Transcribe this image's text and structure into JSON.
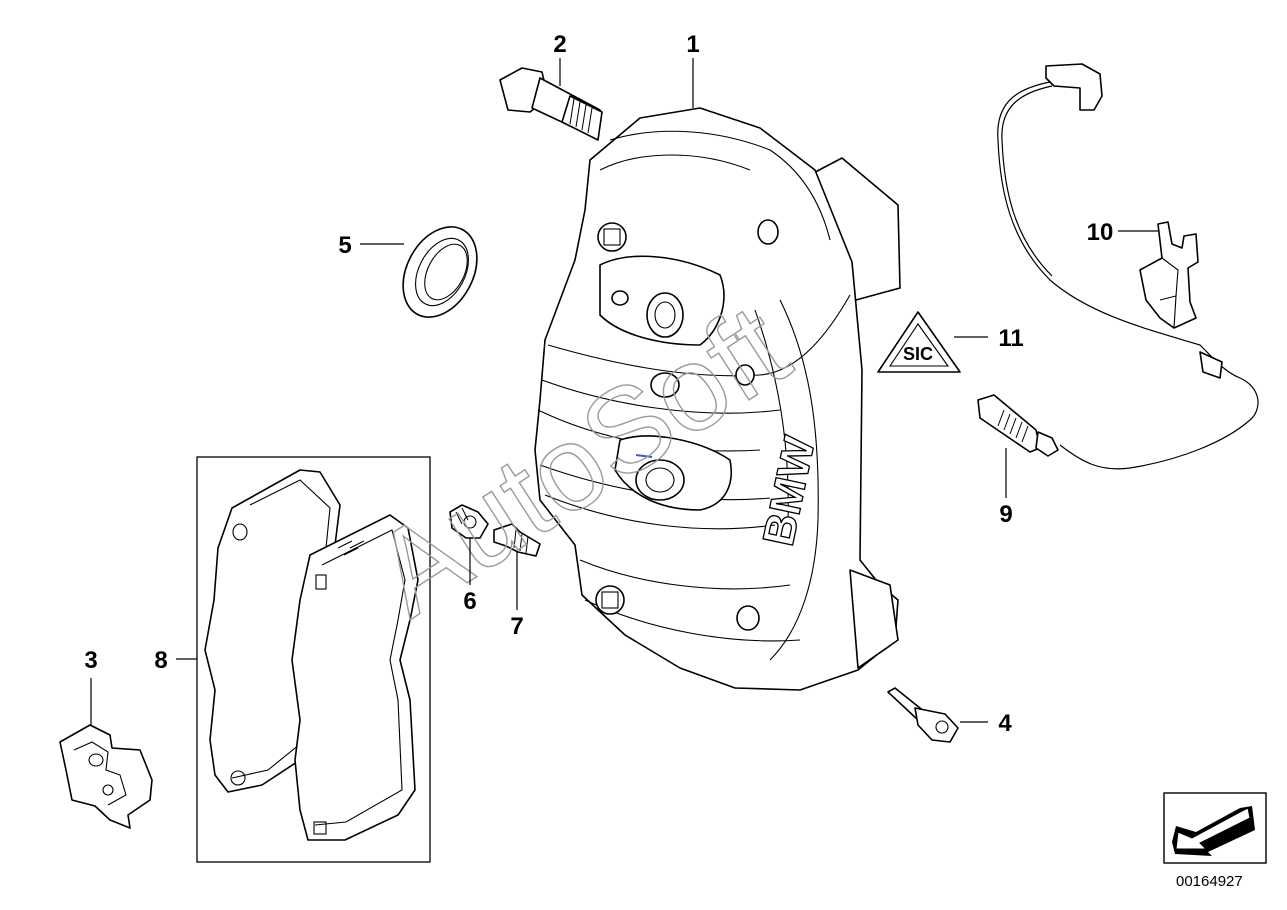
{
  "callouts": [
    {
      "id": "1",
      "label": "1"
    },
    {
      "id": "2",
      "label": "2"
    },
    {
      "id": "3",
      "label": "3"
    },
    {
      "id": "4",
      "label": "4"
    },
    {
      "id": "5",
      "label": "5"
    },
    {
      "id": "6",
      "label": "6"
    },
    {
      "id": "7",
      "label": "7"
    },
    {
      "id": "8",
      "label": "8"
    },
    {
      "id": "9",
      "label": "9"
    },
    {
      "id": "10",
      "label": "10"
    },
    {
      "id": "11",
      "label": "11"
    }
  ],
  "caliper_brand": "BMW",
  "warning_label_text": "SIC",
  "watermark_text": "AutoSoft",
  "diagram_number": "00164927",
  "colors": {
    "line": "#000000",
    "watermark": "#9a9a9a",
    "accent": "#3a5bd8"
  },
  "icons": {
    "direction": "arrow-icon"
  }
}
